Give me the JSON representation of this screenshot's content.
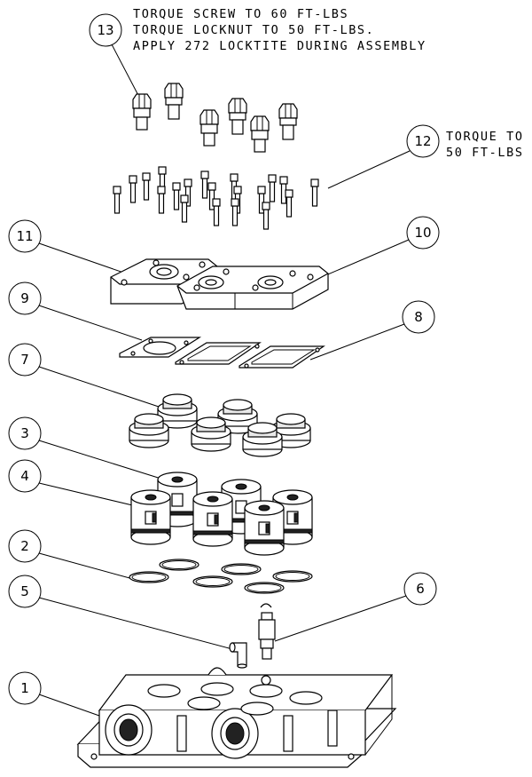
{
  "notes": {
    "n13_line1": "TORQUE SCREW TO 60 FT-LBS",
    "n13_line2": "TORQUE LOCKNUT TO 50 FT-LBS.",
    "n13_line3": "APPLY 272 LOCKTITE DURING ASSEMBLY",
    "n12_line1": "TORQUE TO",
    "n12_line2": "50 FT-LBS"
  },
  "balloons": {
    "b1": "1",
    "b2": "2",
    "b3": "3",
    "b4": "4",
    "b5": "5",
    "b6": "6",
    "b7": "7",
    "b8": "8",
    "b9": "9",
    "b10": "10",
    "b11": "11",
    "b12": "12",
    "b13": "13"
  }
}
